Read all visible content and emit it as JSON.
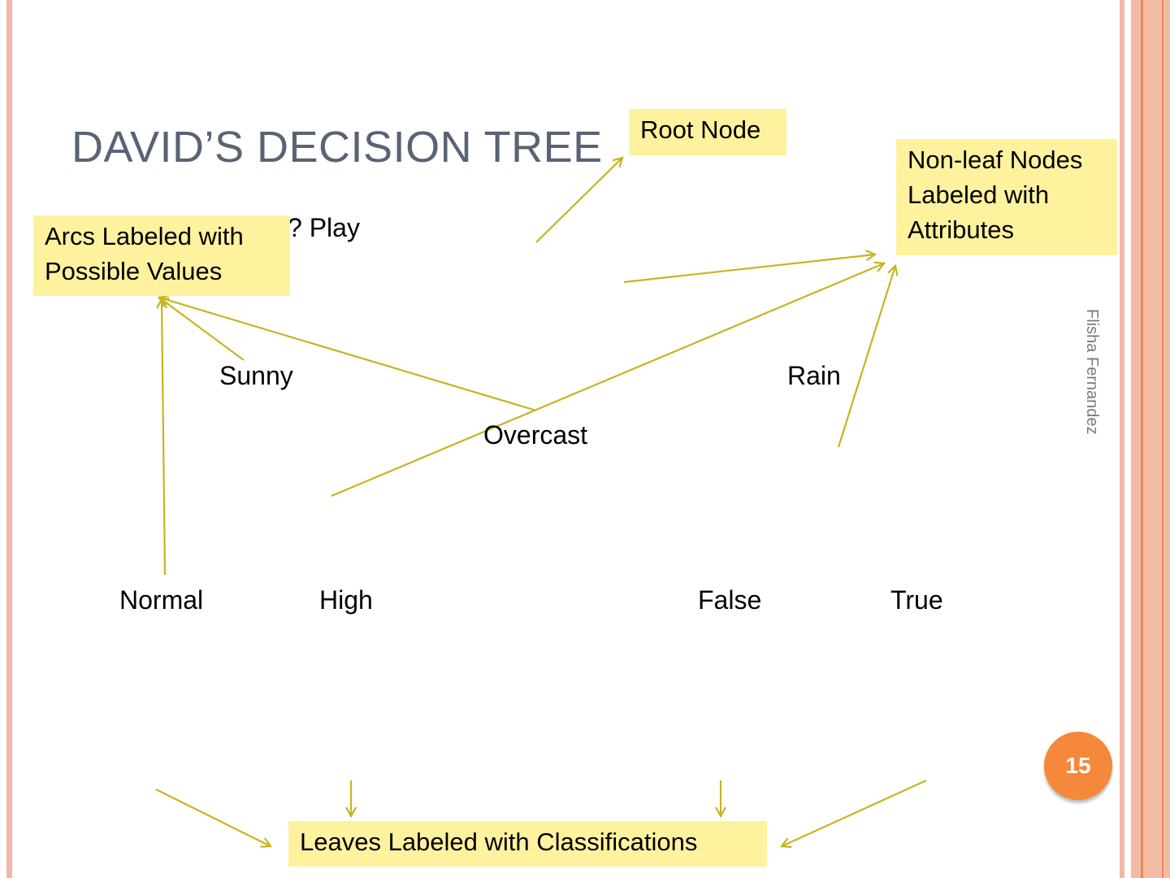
{
  "slide": {
    "title": "DAVID’S DECISION TREE",
    "partial_text": "y? Play",
    "author": "Flisha Fernandez",
    "page_number": "15"
  },
  "callouts": {
    "root_node": "Root Node",
    "non_leaf": "Non-leaf Nodes\nLabeled with\nAttributes",
    "arcs": "Arcs Labeled with\nPossible Values",
    "leaves": "Leaves Labeled with Classifications"
  },
  "tree_labels": {
    "sunny": "Sunny",
    "overcast": "Overcast",
    "rain": "Rain",
    "normal": "Normal",
    "high": "High",
    "false": "False",
    "true": "True"
  },
  "colors": {
    "callout_fill": "#fff29e",
    "arrow": "#c8b41e",
    "title": "#586376",
    "page_badge": "#f5883a"
  }
}
